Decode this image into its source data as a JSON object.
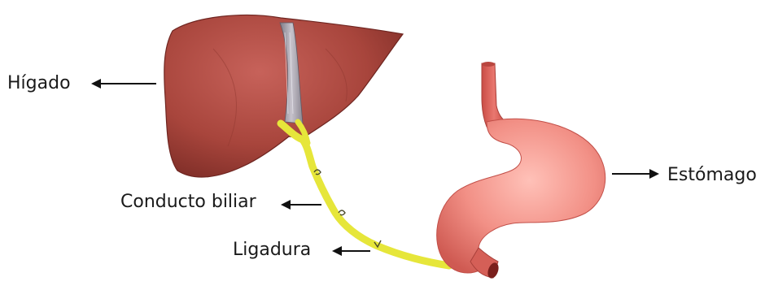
{
  "labels": {
    "liver": "Hígado",
    "bile_duct": "Conducto biliar",
    "ligature": "Ligadura",
    "stomach": "Estómago"
  },
  "colors": {
    "liver": "#a8453c",
    "bile": "#e6e63a",
    "stomach": "#f08a80",
    "arrow": "#111111"
  }
}
